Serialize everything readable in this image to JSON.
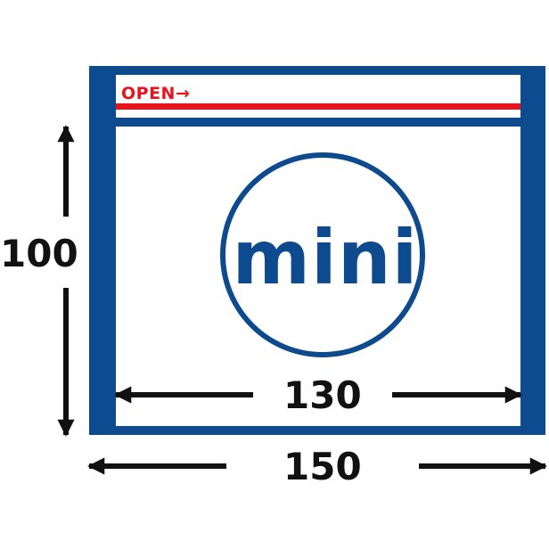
{
  "bag": {
    "open_label": "OPEN→",
    "logo_text": "mini"
  },
  "dimensions": {
    "height_label": "100",
    "inner_width_label": "130",
    "outer_width_label": "150"
  },
  "colors": {
    "brand_blue": "#0d4a8e",
    "open_red": "#e8141c",
    "dimension_black": "#111111"
  }
}
